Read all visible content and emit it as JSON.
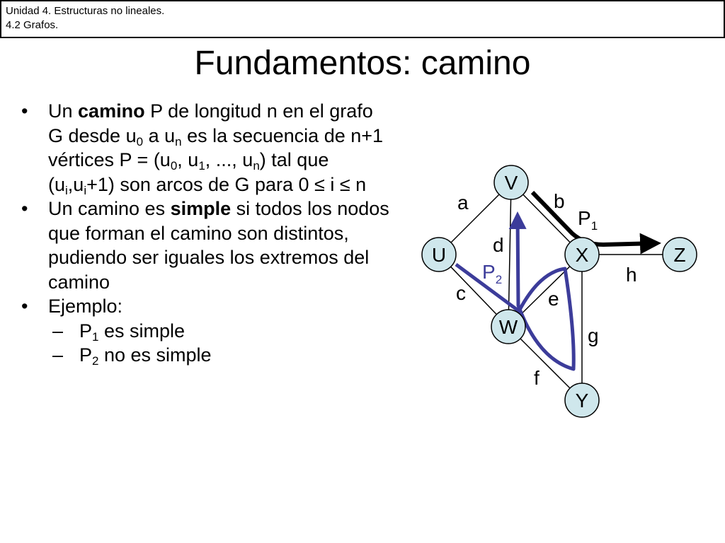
{
  "header": {
    "line1": "Unidad 4. Estructuras no lineales.",
    "line2": "4.2 Grafos."
  },
  "title": "Fundamentos: camino",
  "bullets": {
    "b1": {
      "t1": "Un ",
      "bold": "camino",
      "t2": " P de longitud n en el grafo G desde u",
      "s1": "0",
      "t3": " a u",
      "s2": "n",
      "t4": " es la secuencia de n+1 vértices P = (u",
      "s3": "0",
      "t5": ", u",
      "s4": "1",
      "t6": ", ..., u",
      "s5": "n",
      "t7": ") tal que (u",
      "s6": "i",
      "t8": ",u",
      "s7": "i",
      "t9": "+1) son arcos de G para 0 ≤ i ≤ n"
    },
    "b2": {
      "t1": "Un camino es ",
      "bold": "simple",
      "t2": " si todos los nodos que forman el camino son distintos, pudiendo ser iguales los extremos del camino"
    },
    "b3": {
      "t1": "Ejemplo:"
    },
    "sub1": {
      "t1": "P",
      "s1": "1",
      "t2": " es simple"
    },
    "sub2": {
      "t1": "P",
      "s1": "2",
      "t2": " no es simple"
    },
    "bullet_char": "•",
    "dash_char": "–"
  },
  "diagram": {
    "nodes": {
      "v": "V",
      "u": "U",
      "x": "X",
      "z": "Z",
      "w": "W",
      "y": "Y"
    },
    "edges": {
      "a": "a",
      "b": "b",
      "c": "c",
      "d": "d",
      "e": "e",
      "f": "f",
      "g": "g",
      "h": "h"
    },
    "paths": {
      "p1_main": "P",
      "p1_sub": "1",
      "p2_main": "P",
      "p2_sub": "2"
    },
    "colors": {
      "node_fill": "#cfe7ec",
      "p2": "#3c3c9a",
      "p1": "#000000"
    }
  }
}
